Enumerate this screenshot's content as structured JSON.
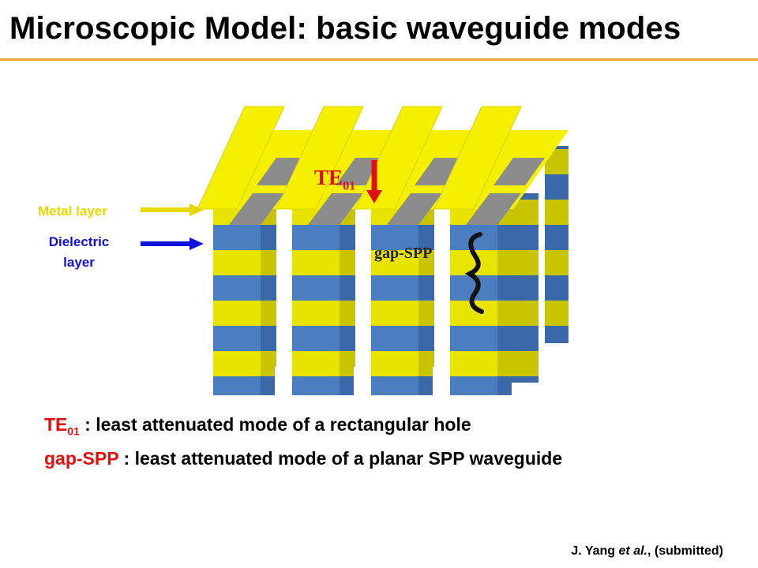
{
  "title": "Microscopic Model: basic waveguide modes",
  "labels": {
    "metal": "Metal layer",
    "dielectric": "Dielectric layer",
    "te_base": "TE",
    "te_sub": "01",
    "gap": "gap-SPP"
  },
  "descriptions": [
    {
      "term": "TE",
      "sub": "01",
      "text": " : least attenuated mode of a rectangular hole"
    },
    {
      "term": "gap-SPP",
      "sub": "",
      "text": " : least attenuated mode of a planar SPP waveguide"
    }
  ],
  "citation": {
    "author": "J. Yang ",
    "etal": "et al.",
    "rest": ", (submitted)"
  },
  "colors": {
    "metal": "#f0ec00",
    "dielectric": "#4a7ec0",
    "accent": "#f0a030",
    "red": "#e01010",
    "blue_arrow": "#1010e0",
    "yellow_arrow": "#e6d800"
  }
}
